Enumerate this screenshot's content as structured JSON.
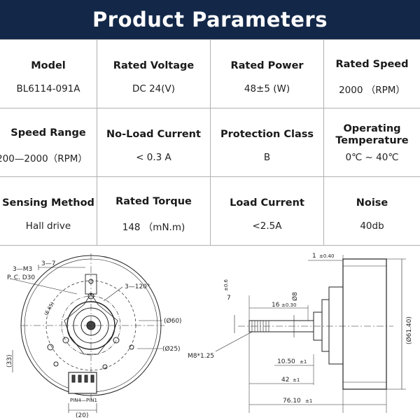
{
  "header": {
    "title": "Product Parameters"
  },
  "parameters": [
    {
      "label": "Model",
      "value": "BL6114-091A"
    },
    {
      "label": "Rated Voltage",
      "value": "DC 24(V)"
    },
    {
      "label": "Rated Power",
      "value": "48±5 (W)"
    },
    {
      "label": "Rated Speed",
      "value": "2000 （RPM）"
    },
    {
      "label": "Speed Range",
      "value": "200—2000（RPM）"
    },
    {
      "label": "No-Load Current",
      "value": "< 0.3 A"
    },
    {
      "label": "Protection Class",
      "value": "B"
    },
    {
      "label": "Operating Temperature",
      "value": "0℃ ~ 40℃"
    },
    {
      "label": "Sensing Method",
      "value": "Hall drive"
    },
    {
      "label": "Rated Torque",
      "value": "148 （mN.m)"
    },
    {
      "label": "Load Current",
      "value": "<2.5A"
    },
    {
      "label": "Noise",
      "value": "40db"
    }
  ],
  "drawing": {
    "front": {
      "screw": "3—M3",
      "pcd": "P. C. D30",
      "slot": "3—7",
      "angle": "3—120°",
      "d65": "(6.65)",
      "d60": "(Ø60)",
      "d25": "(Ø25)",
      "h33": "(33)",
      "w20": "(20)",
      "pins": "PIN4—PIN1"
    },
    "side": {
      "t1": "1",
      "t1tol": "±0.40",
      "v7": "7",
      "v7tol": "±0.6",
      "l16": "16",
      "l16tol": "±0.30",
      "d8": "Ø8",
      "d6140": "(Ø61.40)",
      "thread": "M8*1.25",
      "l1050": "10.50",
      "l1050tol": "±1",
      "l42": "42",
      "l42tol": "±1",
      "l7610": "76.10",
      "l7610tol": "±1"
    }
  }
}
